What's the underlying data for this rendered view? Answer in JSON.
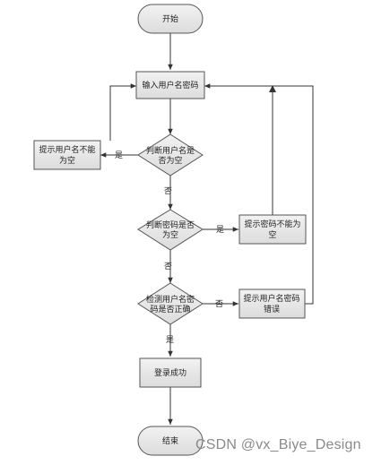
{
  "diagram": {
    "nodes": {
      "start": "开始",
      "input": "输入用户名密码",
      "check_user_empty": [
        "判断用户名是",
        "否为空"
      ],
      "user_empty_msg": [
        "提示用户名不能",
        "为空"
      ],
      "check_pwd_empty": [
        "判断密码是否",
        "为空"
      ],
      "pwd_empty_msg": [
        "提示密码不能为",
        "空"
      ],
      "check_correct": [
        "检测用户名密",
        "码是否正确"
      ],
      "wrong_msg": [
        "提示用户名密码",
        "错误"
      ],
      "success": "登录成功",
      "end": "结束"
    },
    "edge_labels": {
      "yes": "是",
      "no": "否"
    }
  },
  "watermark": "CSDN @vx_Biye_Design",
  "colors": {
    "box_fill": "#e6e6e6",
    "box_stroke": "#555555",
    "line": "#333333"
  }
}
